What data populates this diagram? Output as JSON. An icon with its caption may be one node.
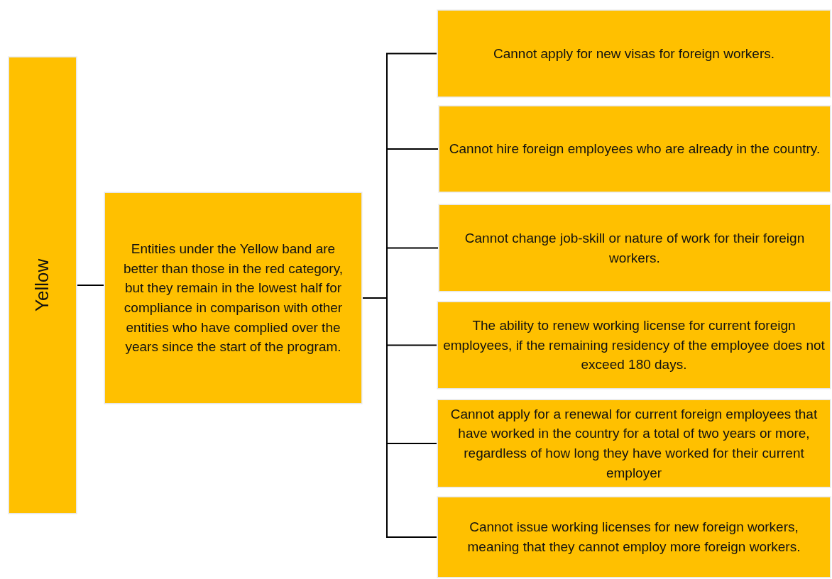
{
  "diagram": {
    "nodes": [
      {
        "text": [
          "Yellow"
        ]
      },
      {
        "text": [
          "Entities under the Yellow band are better than those in the red category, but they remain in the lowest half for compliance in comparison with other entities who have complied over the years since the start of the program."
        ]
      },
      {
        "text": [
          "Cannot apply for new visas for foreign workers."
        ]
      },
      {
        "text": [
          "Cannot hire foreign employees who are already in the country."
        ]
      },
      {
        "text": [
          "Cannot change job-skill or nature of work for their foreign workers."
        ]
      },
      {
        "text": [
          "The ability to renew working license for current foreign employees, if the remaining residency of the employee does not exceed 180 days."
        ]
      },
      {
        "text": [
          "Cannot apply for a renewal for current foreign employees that have worked in the country for a total of two years or more, regardless of how long they have worked for their current employer"
        ]
      },
      {
        "text": [
          "Cannot issue working licenses for new foreign workers, meaning that they cannot employ more foreign workers."
        ]
      }
    ],
    "edges": [
      {
        "from": 0,
        "to": 1,
        "arrow": "none"
      },
      {
        "from": 1,
        "to": 2,
        "arrow": "none"
      },
      {
        "from": 1,
        "to": 3,
        "arrow": "none"
      },
      {
        "from": 1,
        "to": 4,
        "arrow": "none"
      },
      {
        "from": 1,
        "to": 5,
        "arrow": "none"
      },
      {
        "from": 1,
        "to": 6,
        "arrow": "none"
      },
      {
        "from": 1,
        "to": 7,
        "arrow": "none"
      }
    ]
  }
}
